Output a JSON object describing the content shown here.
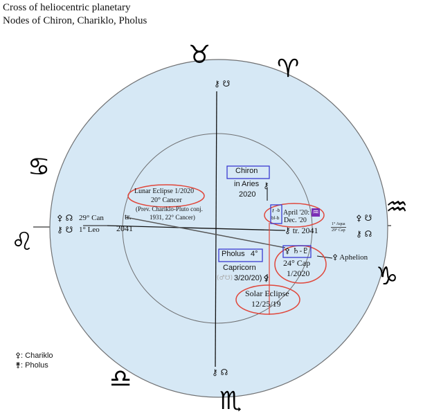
{
  "title": {
    "line1": "Cross of heliocentric planetary",
    "line2": "Nodes of Chiron, Chariklo, Pholus"
  },
  "colors": {
    "circle_fill": "#d6e8f5",
    "circle_stroke": "#6f7072",
    "highlight_red": "#e0463a",
    "box_blue": "#3a3ad0",
    "line": "#000000"
  },
  "zodiac": {
    "top": "♉",
    "top_right": "♈",
    "left_upper": "♋",
    "left": "♌",
    "right": "♒",
    "right_lower": "♑",
    "bottom_left": "♎",
    "bottom": "♏"
  },
  "top_node": "⚷ ☋",
  "bottom_node": "⚷ ☊",
  "left_nodes": {
    "row1_sym": "⚴ ☊",
    "row1_text": "29° Can",
    "row2_sym": "⚷ ☋",
    "row2_text": "1° Leo",
    "tr_label": "tr.",
    "tr_year": "2041"
  },
  "right_nodes": {
    "row1_sym": "⚴ ☋",
    "row2_sym": "⚷ ☊",
    "tr_label": "⚷ tr. 2041",
    "frac_num": "1° Aqua",
    "frac_den": "29° Cap"
  },
  "lunar_eclipse": {
    "line1": "Lunar Eclipse 1/2020",
    "line2": "20° Cancer",
    "line3": "(Prev. Chariklo-Pluto conj.",
    "line4": "1931, 22° Cancer)"
  },
  "chiron": {
    "label": "Chiron",
    "line2": "in Aries",
    "line3": "2020",
    "glyph": "⚷"
  },
  "april": {
    "sym_top": "⚷ -b",
    "sym_bot": "bl-b",
    "line1": "April '20: 1°",
    "aqua": "♒",
    "line2": "Dec. '20"
  },
  "pholus": {
    "label": "Pholus",
    "degree": "4°",
    "line2": "Capricorn",
    "line3_prefix": "(♂☋)",
    "line3": "3/20/20)",
    "glyph": "⚴"
  },
  "saturn_pluto": {
    "glyphs": "⚴ ♄-♇",
    "line2": "24° Cap",
    "line3": "1/2020"
  },
  "aphelion": "⚴ Aphelion",
  "solar_eclipse": {
    "line1": "Solar Eclipse",
    "line2": "12/25/19"
  },
  "legend": {
    "chariklo": "⚴: Chariklo",
    "pholus": "⚵: Pholus"
  }
}
